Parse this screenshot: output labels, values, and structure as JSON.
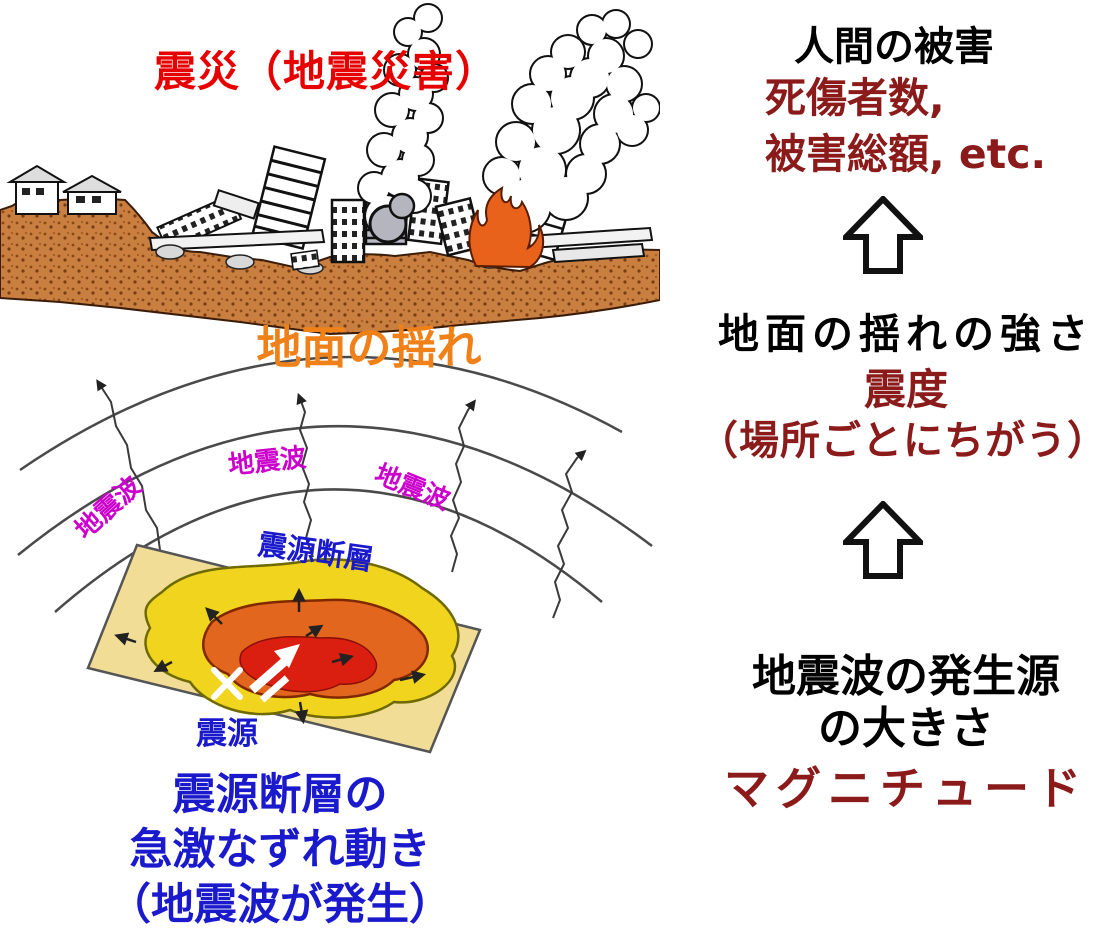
{
  "left_column": {
    "title": "震災（地震災害）",
    "ground_shaking_label": "地面の揺れ",
    "wave_label_left": "地震波",
    "wave_label_center": "地震波",
    "wave_label_right": "地震波",
    "fault_plane_label": "震源断層",
    "hypocenter_label": "震源",
    "caption_line1": "震源断層の",
    "caption_line2": "急激なずれ動き",
    "caption_line3": "（地震波が発生）"
  },
  "right_column": {
    "human_damage_title": "人間の被害",
    "human_damage_line1": "死傷者数,",
    "human_damage_line2": "被害総額, etc.",
    "shaking_strength_title": "地面の揺れの強さ",
    "intensity_term": "震度",
    "intensity_note": "（場所ごとにちがう）",
    "source_size_line1": "地震波の発生源",
    "source_size_line2": "の大きさ",
    "magnitude_term": "マグニチュード"
  },
  "icons": {
    "up_arrow_1": "up-arrow",
    "up_arrow_2": "up-arrow"
  },
  "colors": {
    "title_red": "#e60000",
    "dark_red": "#8b1a1a",
    "orange": "#f08018",
    "blue": "#1a1acc",
    "magenta": "#cc00cc",
    "fault_pale_yellow": "#f2dd96",
    "fault_yellow": "#f0d41e",
    "fault_orange": "#e2661e",
    "fault_red": "#da1f10",
    "ground_brown": "#c97f3f",
    "fire_orange": "#e8621c"
  }
}
